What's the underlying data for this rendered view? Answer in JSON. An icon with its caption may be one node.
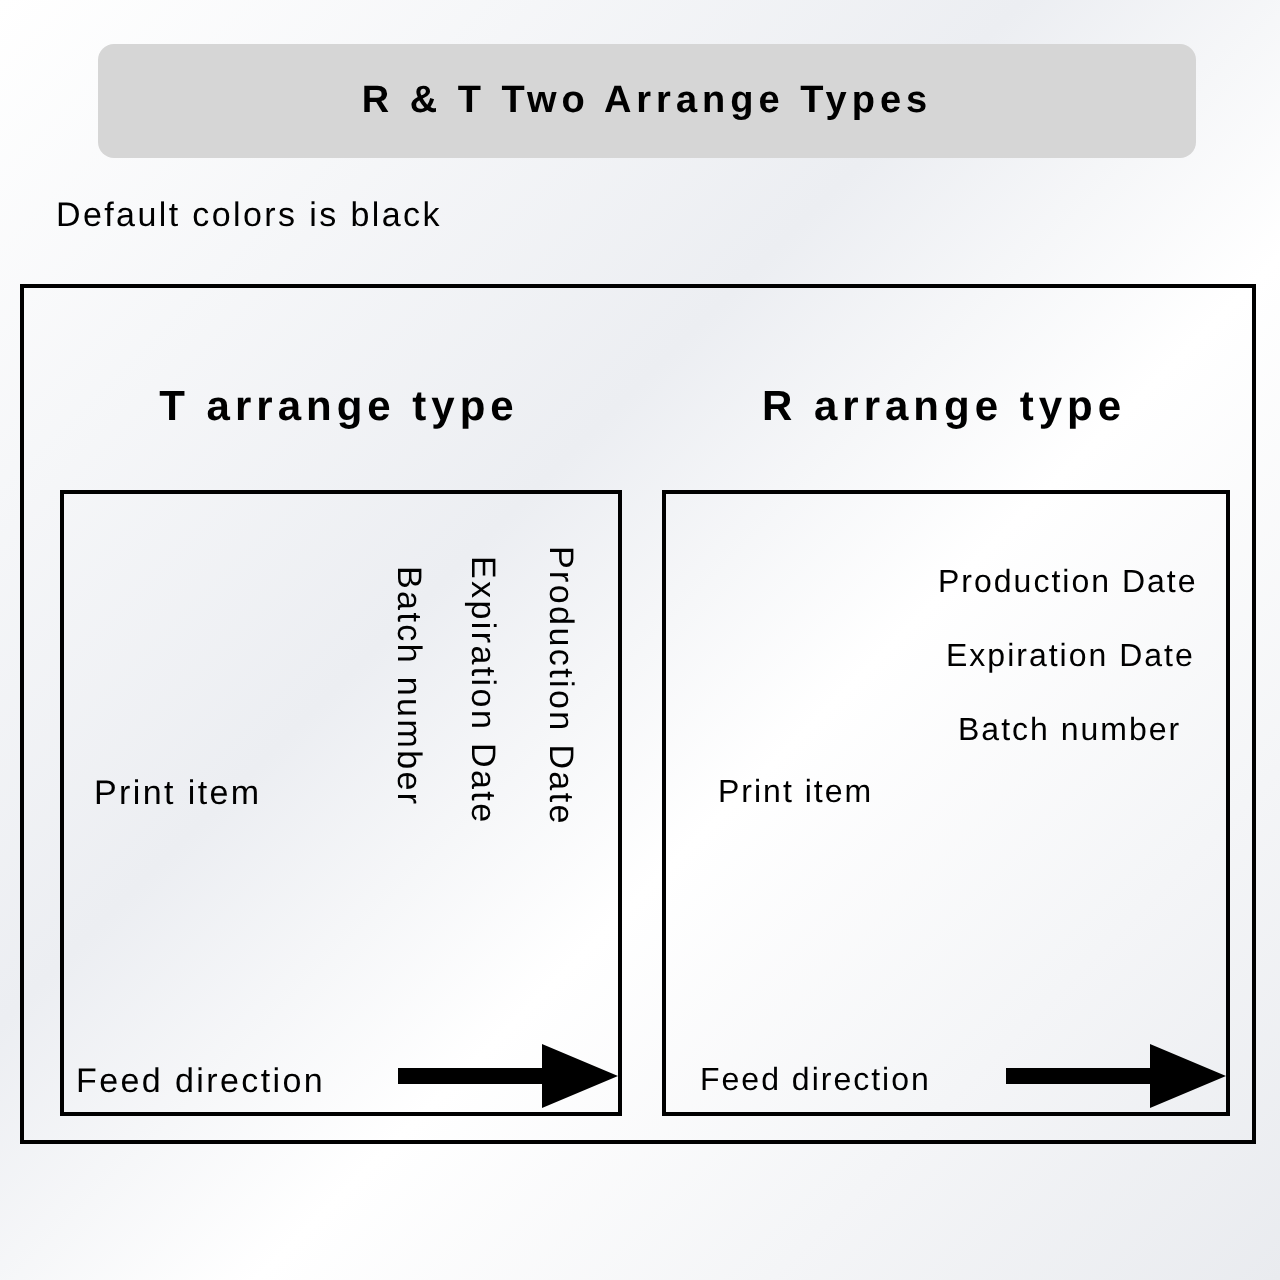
{
  "diagram": {
    "title": "R & T Two Arrange Types",
    "nodes": [
      {
        "text": [],
        "shape": "box"
      },
      {
        "text": [
          "T arrange type",
          "Print item",
          "Batch number",
          "Expiration Date",
          "Production Date",
          "Feed direction"
        ],
        "in": 0
      },
      {
        "text": [
          "R arrange type",
          "Production Date",
          "Expiration Date",
          "Batch number",
          "Print item",
          "Feed direction"
        ],
        "in": 0
      }
    ],
    "edges": [],
    "labels": [
      "Default colors is black"
    ]
  }
}
